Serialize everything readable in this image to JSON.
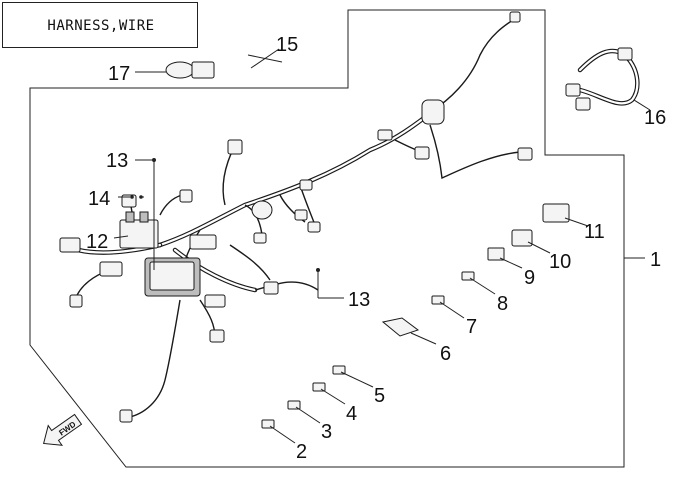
{
  "title": "HARNESS,WIRE",
  "callouts": {
    "c1": "1",
    "c2": "2",
    "c3": "3",
    "c4": "4",
    "c5": "5",
    "c6": "6",
    "c7": "7",
    "c8": "8",
    "c9": "9",
    "c10": "10",
    "c11": "11",
    "c12": "12",
    "c13a": "13",
    "c13b": "13",
    "c14": "14",
    "c15": "15",
    "c16": "16",
    "c17": "17"
  },
  "fwd_label": "FWD"
}
